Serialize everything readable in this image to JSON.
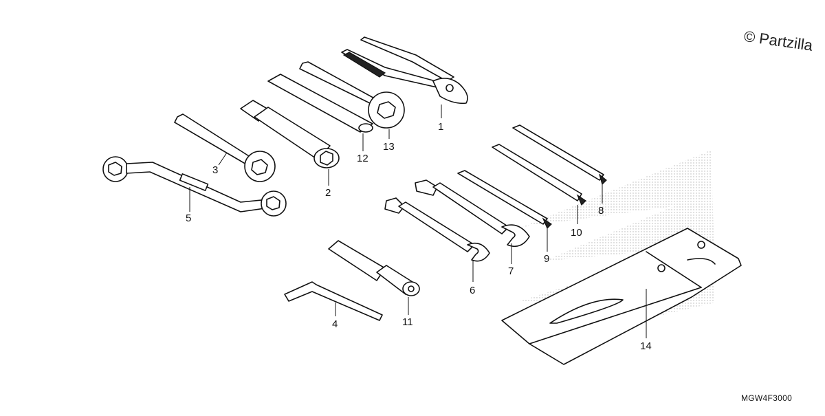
{
  "watermark": {
    "text": "© Partzilla"
  },
  "diagram_code": "MGW4F3000",
  "callouts": [
    {
      "id": "1",
      "label": "1"
    },
    {
      "id": "2",
      "label": "2"
    },
    {
      "id": "3",
      "label": "3"
    },
    {
      "id": "4",
      "label": "4"
    },
    {
      "id": "5",
      "label": "5"
    },
    {
      "id": "6",
      "label": "6"
    },
    {
      "id": "7",
      "label": "7"
    },
    {
      "id": "8",
      "label": "8"
    },
    {
      "id": "9",
      "label": "9"
    },
    {
      "id": "10",
      "label": "10"
    },
    {
      "id": "11",
      "label": "11"
    },
    {
      "id": "12",
      "label": "12"
    },
    {
      "id": "13",
      "label": "13"
    },
    {
      "id": "14",
      "label": "14"
    }
  ]
}
